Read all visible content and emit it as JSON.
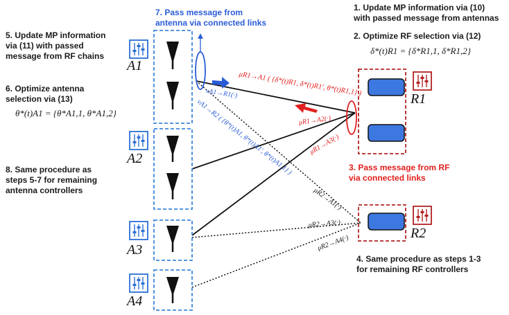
{
  "annotations": {
    "step1": "1. Update MP information via (10)\nwith passed message from antennas",
    "step2": "2. Optimize RF selection via (12)",
    "step3": "3. Pass message from RF\nvia connected links",
    "step4": "4. Same procedure as steps 1-3\nfor remaining RF controllers",
    "step5": "5. Update MP information\nvia (11) with passed\nmessage from RF chains",
    "step6": "6. Optimize antenna\nselection via (13)",
    "step7": "7. Pass message from\nantenna via connected links",
    "step8": "8. Same procedure as\nsteps 5-7 for remaining\nantenna controllers"
  },
  "equations": {
    "rf_selection": "δ*(t)R1 = {δ*R1,1, δ*R1,2}",
    "antenna_selection": "θ*(t)A1 = {θ*A1,1, θ*A1,2}"
  },
  "antenna_controllers": [
    {
      "label": "A1"
    },
    {
      "label": "A2"
    },
    {
      "label": "A3"
    },
    {
      "label": "A4"
    }
  ],
  "rf_controllers": [
    {
      "label": "R1"
    },
    {
      "label": "R2"
    }
  ],
  "messages": {
    "mu_R1_A1": "μR1→A1 ( {δ*(t)R1, δ*(t)R1', θ*(t)R1,1} )",
    "nu_A1_R1": "νA1→R1(·)",
    "nu_A1_R2": "νA1→R2 ( {θ*(t)A1, θ*(t)A1', θ*(t)A1,1} )",
    "mu_R1_A2": "μR1→A2(·)",
    "mu_R1_A3": "μR1→A3(·)",
    "mu_R2_A1": "μR2→A1(·)",
    "mu_R2_A3": "μR2→A3(·)",
    "mu_R2_A4": "μR2→A4(·)"
  },
  "colors": {
    "blue": "#2a5bd7",
    "red": "#e0201e",
    "dark_red": "#b22222",
    "rf_fill": "#3d78e0"
  }
}
